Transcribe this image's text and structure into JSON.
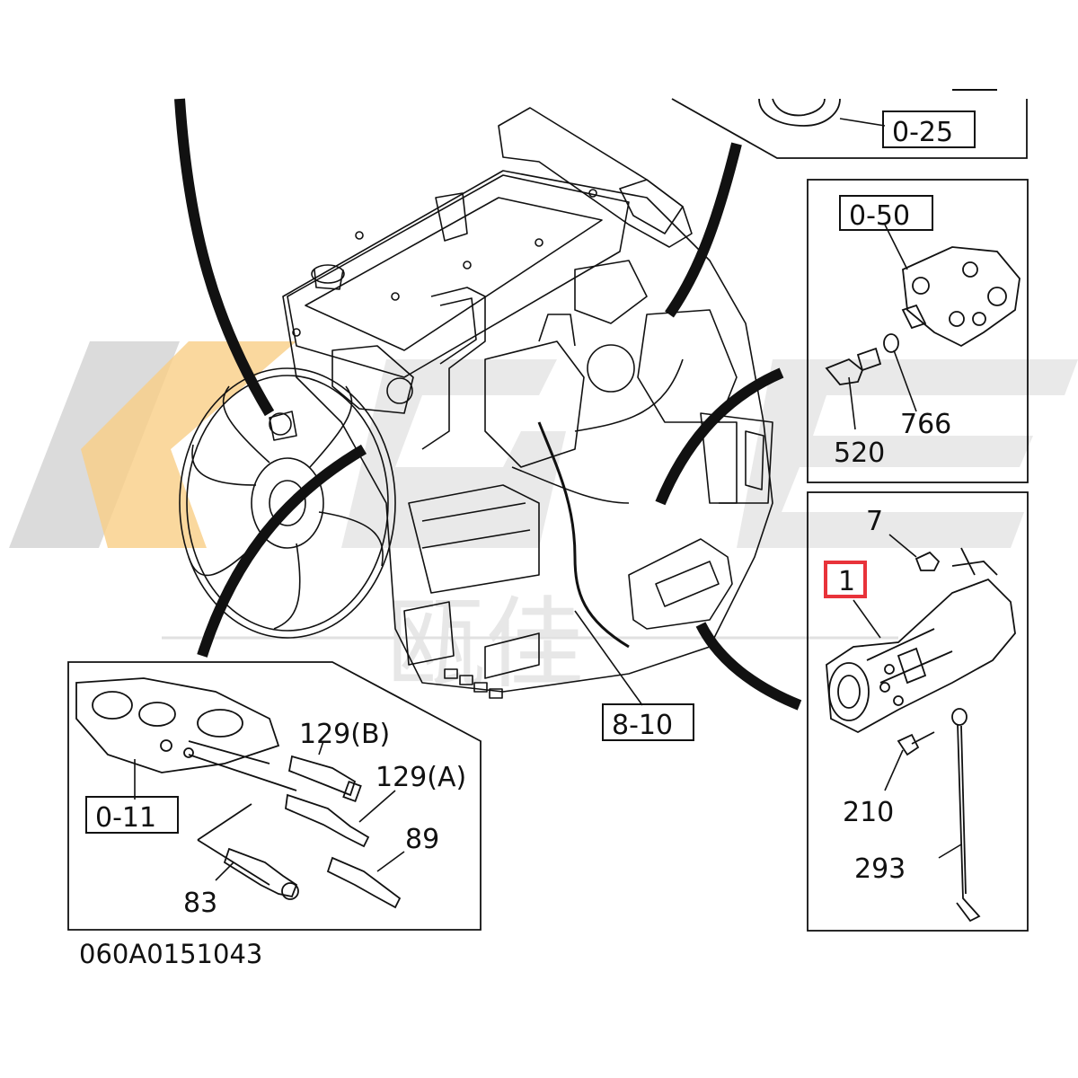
{
  "diagram_code": "060A0151043",
  "watermark": {
    "latin": "KGE",
    "cjk": "瓯佳"
  },
  "colors": {
    "line": "#111111",
    "highlight": "#e8333a",
    "watermark_gray": "#bdbdbd",
    "watermark_orange": "#f5a623"
  },
  "callouts": {
    "ref_0_25": "0-25",
    "ref_0_50": "0-50",
    "ref_8_10": "8-10",
    "ref_0_11": "0-11"
  },
  "parts": {
    "p1": "1",
    "p7": "7",
    "p210": "210",
    "p293": "293",
    "p520": "520",
    "p766": "766",
    "p129b": "129(B)",
    "p129a": "129(A)",
    "p89": "89",
    "p83": "83"
  }
}
